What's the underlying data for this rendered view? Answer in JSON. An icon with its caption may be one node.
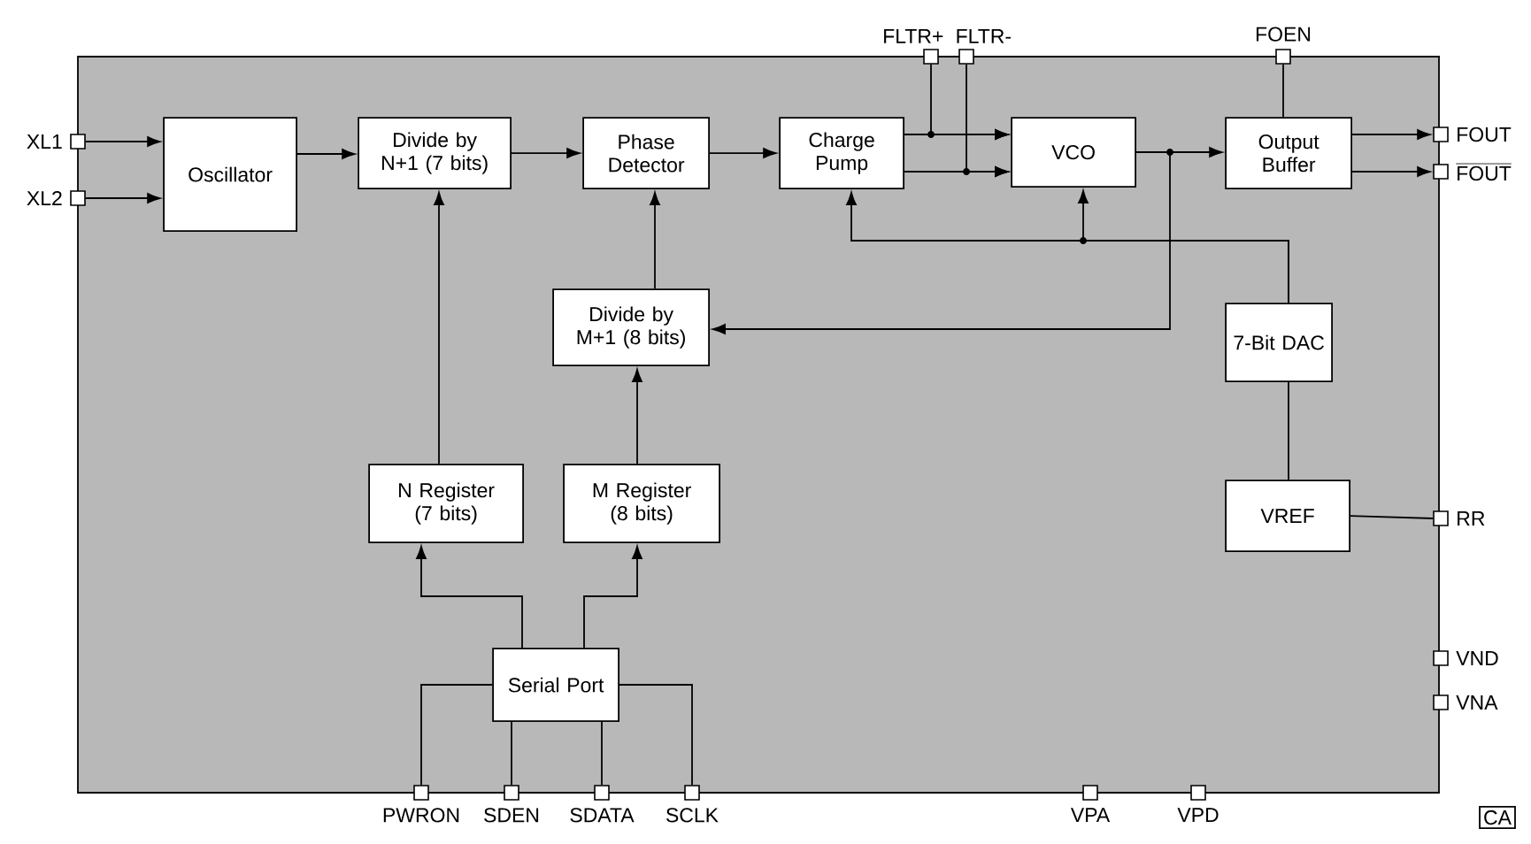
{
  "diagram": {
    "nodes": [
      {
        "text": [],
        "shape": "box"
      },
      {
        "text": [
          "Oscillator"
        ],
        "in": 0
      },
      {
        "text": [
          "Divide by N+1 (7 bits)"
        ],
        "in": 0
      },
      {
        "text": [
          "Phase Detector"
        ],
        "in": 0
      },
      {
        "text": [
          "Charge Pump"
        ],
        "in": 0
      },
      {
        "text": [
          "VCO"
        ],
        "in": 0
      },
      {
        "text": [
          "Output Buffer"
        ],
        "in": 0
      },
      {
        "text": [
          "Divide by M+1 (8 bits)"
        ],
        "in": 0
      },
      {
        "text": [
          "7-Bit DAC"
        ],
        "in": 0
      },
      {
        "text": [
          "N Register (7 bits)"
        ],
        "in": 0
      },
      {
        "text": [
          "M Register (8 bits)"
        ],
        "in": 0
      },
      {
        "text": [
          "VREF"
        ],
        "in": 0
      },
      {
        "text": [
          "Serial Port"
        ],
        "in": 0
      },
      {
        "text": [
          "XL1"
        ]
      },
      {
        "text": [
          "XL2"
        ]
      },
      {
        "text": [
          "FLTR+"
        ]
      },
      {
        "text": [
          "FLTR-"
        ]
      },
      {
        "text": [
          "FOEN"
        ]
      },
      {
        "text": [
          "FOUT"
        ]
      },
      {
        "text": [
          "FOUT"
        ]
      },
      {
        "text": [
          "RR"
        ]
      },
      {
        "text": [
          "VND"
        ]
      },
      {
        "text": [
          "VNA"
        ]
      },
      {
        "text": [
          "PWRON"
        ]
      },
      {
        "text": [
          "SDEN"
        ]
      },
      {
        "text": [
          "SDATA"
        ]
      },
      {
        "text": [
          "SCLK"
        ]
      },
      {
        "text": [
          "VPA"
        ]
      },
      {
        "text": [
          "VPD"
        ]
      }
    ],
    "edges": [
      {
        "from": 13,
        "to": 1,
        "arrow": "to"
      },
      {
        "from": 14,
        "to": 1,
        "arrow": "to"
      },
      {
        "from": 1,
        "to": 2,
        "arrow": "to"
      },
      {
        "from": 2,
        "to": 3,
        "arrow": "to"
      },
      {
        "from": 3,
        "to": 4,
        "arrow": "to"
      },
      {
        "from": 4,
        "to": 5,
        "arrow": "to"
      },
      {
        "from": 4,
        "to": 5,
        "arrow": "to"
      },
      {
        "from": 15,
        "to": 5,
        "arrow": "to"
      },
      {
        "from": 16,
        "to": 5,
        "arrow": "to"
      },
      {
        "from": 5,
        "to": 6,
        "arrow": "to"
      },
      {
        "from": 5,
        "to": 7,
        "arrow": "to"
      },
      {
        "from": 7,
        "to": 3,
        "arrow": "to"
      },
      {
        "from": 17,
        "to": 6,
        "arrow": "none"
      },
      {
        "from": 6,
        "to": 18,
        "arrow": "to"
      },
      {
        "from": 6,
        "to": 19,
        "arrow": "to"
      },
      {
        "from": 8,
        "to": 4,
        "arrow": "to"
      },
      {
        "from": 8,
        "to": 5,
        "arrow": "to"
      },
      {
        "from": 11,
        "to": 8,
        "arrow": "none"
      },
      {
        "from": 11,
        "to": 20,
        "arrow": "none"
      },
      {
        "from": 9,
        "to": 2,
        "arrow": "to"
      },
      {
        "from": 10,
        "to": 7,
        "arrow": "to"
      },
      {
        "from": 12,
        "to": 9,
        "arrow": "to"
      },
      {
        "from": 12,
        "to": 10,
        "arrow": "to"
      },
      {
        "from": 12,
        "to": 23,
        "arrow": "none"
      },
      {
        "from": 12,
        "to": 24,
        "arrow": "none"
      },
      {
        "from": 12,
        "to": 25,
        "arrow": "none"
      },
      {
        "from": 12,
        "to": 26,
        "arrow": "none"
      }
    ],
    "labels": [
      "CA"
    ]
  }
}
